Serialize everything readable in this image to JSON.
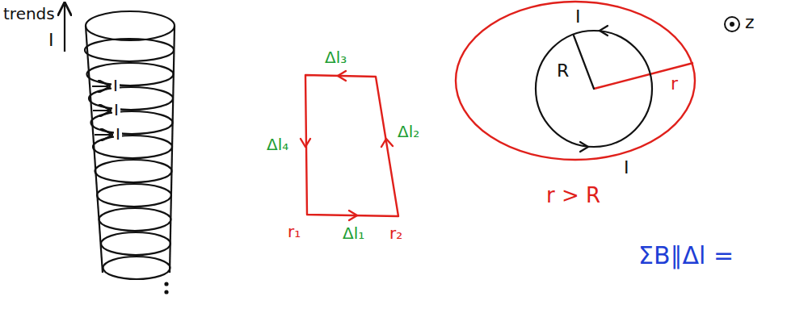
{
  "diagram": {
    "labels": [
      "trends",
      "I",
      "I",
      "I",
      "I",
      "Δl₃",
      "Δl₄",
      "Δl₂",
      "r₁",
      "Δl₁",
      "r₂",
      "I",
      "R",
      "r",
      "z",
      "I",
      "r > R",
      "ΣB∥Δl ="
    ]
  }
}
